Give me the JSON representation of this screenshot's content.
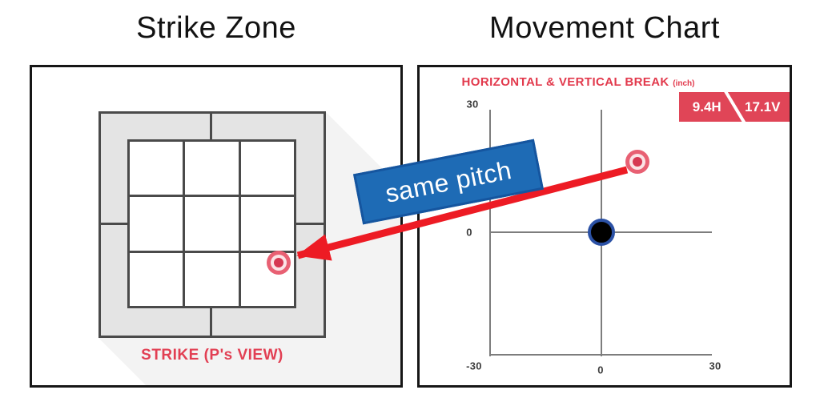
{
  "page": {
    "background": "#ffffff"
  },
  "panels": {
    "strike_zone": {
      "title": "Strike Zone",
      "caption": "STRIKE (P's VIEW)",
      "grid": {
        "rows": 3,
        "cols": 3,
        "outer_ring_sectors": 4
      },
      "pitch_marker": {
        "marker": "red target",
        "cell": "bottom-right (low, away-side edge)"
      }
    },
    "movement": {
      "title": "Movement Chart",
      "chart_title": "HORIZONTAL & VERTICAL BREAK",
      "chart_title_unit": "(inch)",
      "badge": {
        "horizontal": "9.4H",
        "vertical": "17.1V"
      }
    }
  },
  "annotation": {
    "label": "same pitch",
    "arrow_color": "#ed1b24",
    "label_bg": "#1e6bb5"
  },
  "colors": {
    "accent_red": "#e2394c",
    "badge_red": "#e04557",
    "zone_gray": "#e4e4e4",
    "zone_border": "#4a4a4a",
    "axis_gray": "#7d7d7d",
    "ball_ring_blue": "#2b51a5",
    "marker_red": "#d63852"
  },
  "chart_data": [
    {
      "type": "scatter",
      "name": "strike-zone",
      "title": "Strike Zone",
      "caption": "STRIKE (P's VIEW)",
      "layout": "3x3 white strike-zone grid inside a gray out-of-zone ring split into 4 sectors, pitcher's view",
      "points": [
        {
          "label": "pitch location",
          "marker": "red target",
          "cell": "bottom-right cell, near right edge"
        }
      ]
    },
    {
      "type": "scatter",
      "name": "movement-chart",
      "title": "HORIZONTAL & VERTICAL BREAK (inch)",
      "xlabel": "horizontal break (inch)",
      "ylabel": "vertical break (inch)",
      "xlim": [
        -30,
        30
      ],
      "ylim": [
        -30,
        30
      ],
      "x_tick_labels": [
        "-30",
        "0",
        "30"
      ],
      "y_tick_labels": [
        "30",
        "0"
      ],
      "grid": false,
      "legend": "none",
      "series": [
        {
          "name": "pitch break",
          "marker": "red target",
          "x": [
            9.4
          ],
          "y": [
            17.1
          ]
        },
        {
          "name": "zero-break reference ball",
          "marker": "black ball with blue ring",
          "x": [
            0
          ],
          "y": [
            0
          ]
        }
      ],
      "badge": {
        "horizontal": "9.4H",
        "vertical": "17.1V"
      }
    }
  ]
}
